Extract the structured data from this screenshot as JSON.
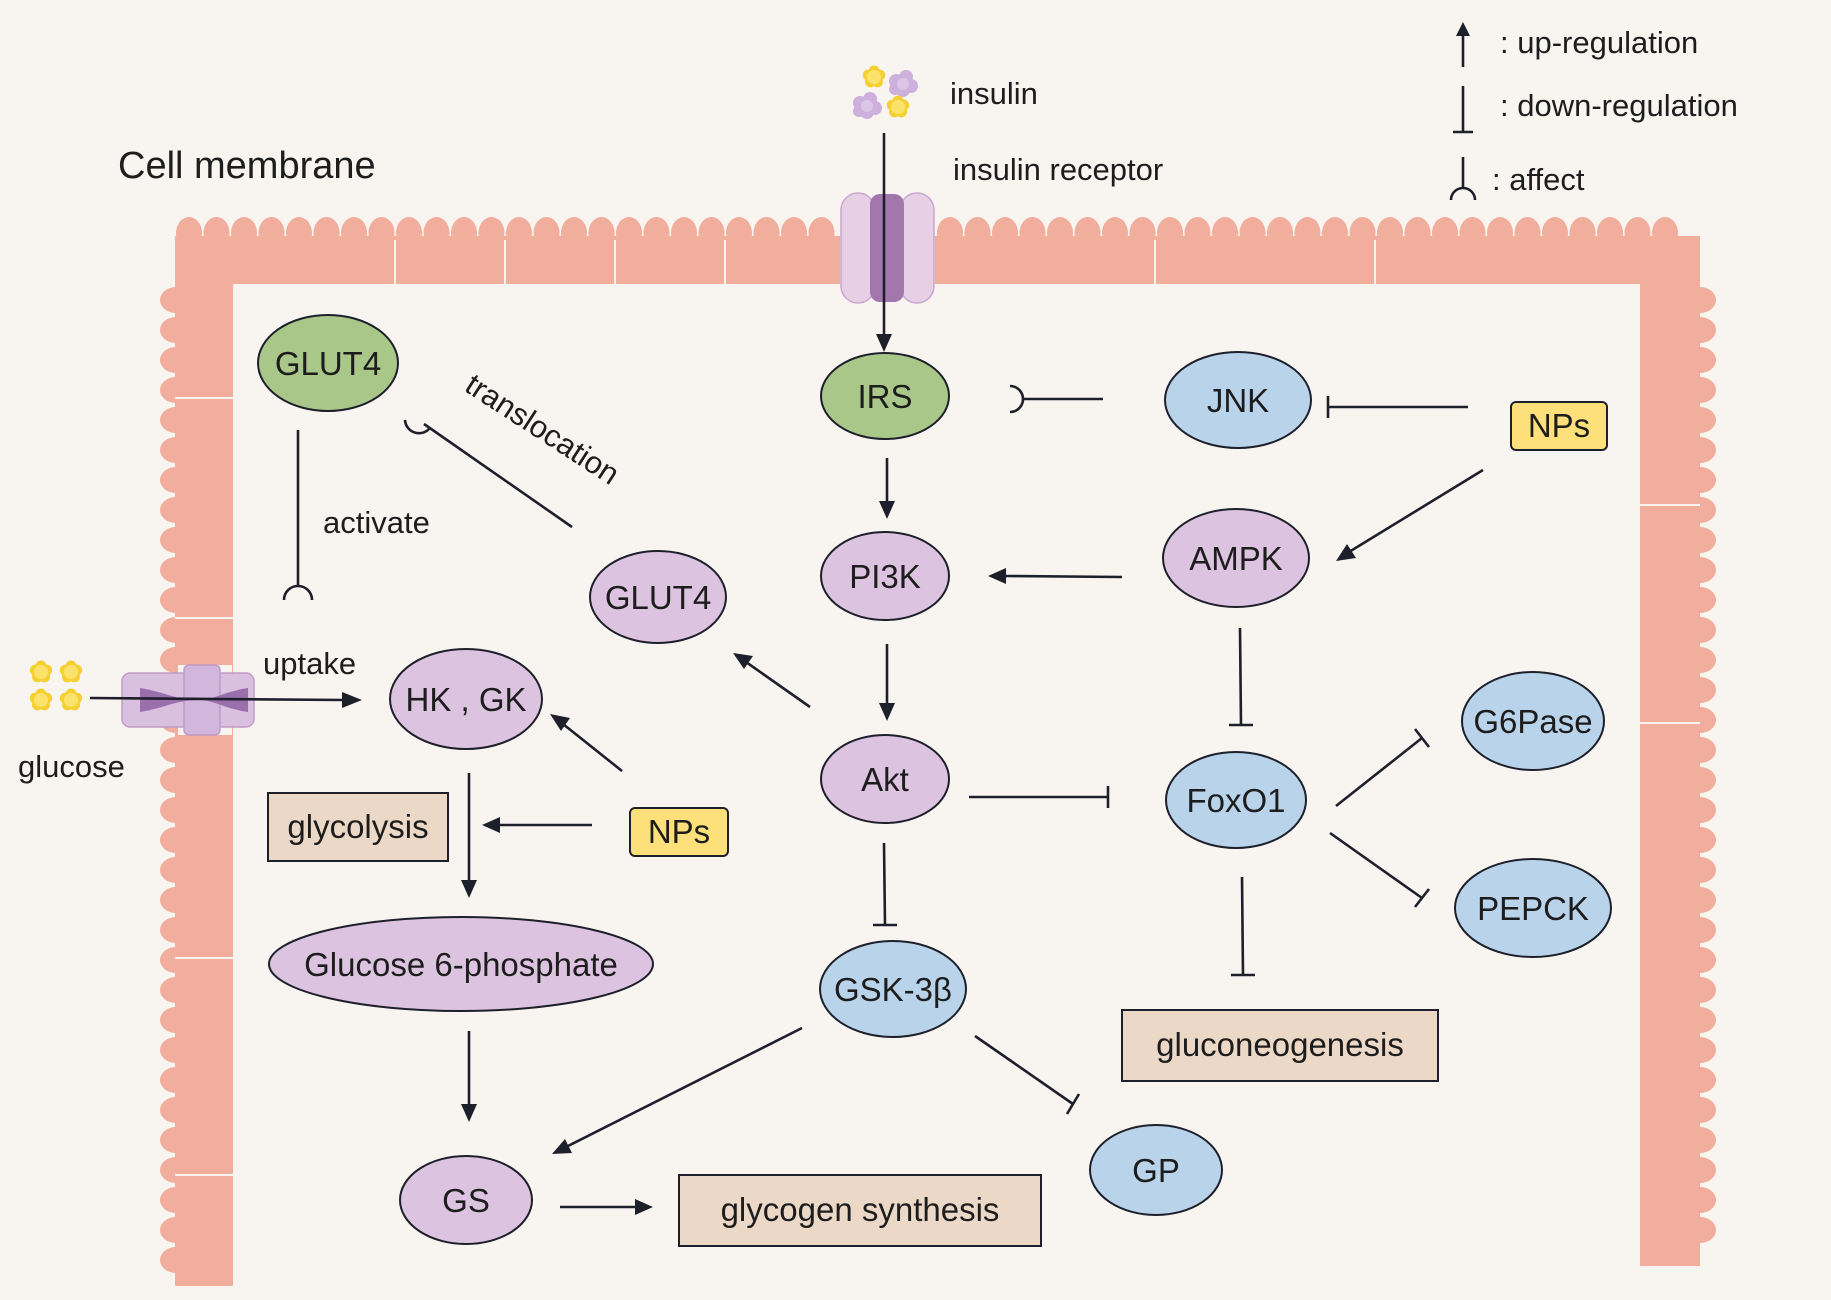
{
  "colors": {
    "background": "#f8f5f1",
    "membrane": "#f1ae9c",
    "purple_node": "#dcc3df",
    "green_node": "#a8c788",
    "blue_node": "#b9d3ea",
    "yellow_box": "#fde07a",
    "process_box": "#ecd8c7",
    "line": "#1d1f2b"
  },
  "labels": {
    "cell_membrane": "Cell membrane",
    "insulin": "insulin",
    "insulin_receptor": "insulin receptor",
    "glucose": "glucose",
    "uptake": "uptake",
    "activate": "activate",
    "translocation": "translocation"
  },
  "legend": {
    "up": ": up-regulation",
    "down": ": down-regulation",
    "affect": ": affect"
  },
  "nodes": {
    "glut4_top": "GLUT4",
    "glut4_mid": "GLUT4",
    "irs": "IRS",
    "jnk": "JNK",
    "nps_top": "NPs",
    "pi3k": "PI3K",
    "ampk": "AMPK",
    "hk_gk": "HK , GK",
    "akt": "Akt",
    "foxo1": "FoxO1",
    "g6pase": "G6Pase",
    "pepck": "PEPCK",
    "glycolysis": "glycolysis",
    "nps_mid": "NPs",
    "glucose6p": "Glucose 6-phosphate",
    "gsk3b": "GSK-3β",
    "gluconeogenesis": "gluconeogenesis",
    "gs": "GS",
    "glycogen_synthesis": "glycogen synthesis",
    "gp": "GP"
  },
  "icons": {
    "insulin": "insulin-molecules-icon",
    "receptor": "insulin-receptor-icon",
    "glucose": "glucose-molecules-icon",
    "transporter": "glucose-transporter-icon"
  }
}
